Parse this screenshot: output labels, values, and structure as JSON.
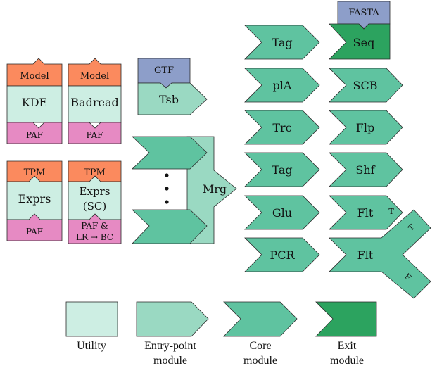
{
  "colors": {
    "utility": "#cdeee3",
    "entry_point": "#9ad9c2",
    "core": "#5fc3a0",
    "exit": "#2ca35f",
    "input_orange": "#fb8a5e",
    "input_blue": "#8d9ec9",
    "output_pink": "#e68ac3",
    "stroke": "#2a2a2a"
  },
  "utility_boxes": [
    {
      "top": "Model",
      "main": "KDE",
      "bottom": "PAF"
    },
    {
      "top": "Model",
      "main": "Badread",
      "bottom": "PAF"
    },
    {
      "top": "TPM",
      "main": "Exprs",
      "bottom": "PAF"
    },
    {
      "top": "TPM",
      "main": "Exprs",
      "main2": "(SC)",
      "bottom": "PAF &",
      "bottom2": "LR → BC"
    }
  ],
  "transcript_source": {
    "input": "GTF",
    "label": "Tsb"
  },
  "merge": {
    "label": "Mrg",
    "ellipsis": "⋮"
  },
  "core_col1": [
    "Tag",
    "plA",
    "Trc",
    "Tag",
    "Glu",
    "PCR"
  ],
  "core_col2": [
    "SCB",
    "Flp",
    "Shf",
    "Flt"
  ],
  "filter_split": {
    "label": "Flt",
    "branch_true": "T",
    "branch_false": "F"
  },
  "filter_single_tag": "T",
  "exit_module": {
    "input": "FASTA",
    "label": "Seq"
  },
  "legend": [
    {
      "kind": "utility",
      "line1": "Utility",
      "line2": ""
    },
    {
      "kind": "entry_point",
      "line1": "Entry-point",
      "line2": "module"
    },
    {
      "kind": "core",
      "line1": "Core",
      "line2": "module"
    },
    {
      "kind": "exit",
      "line1": "Exit",
      "line2": "module"
    }
  ]
}
